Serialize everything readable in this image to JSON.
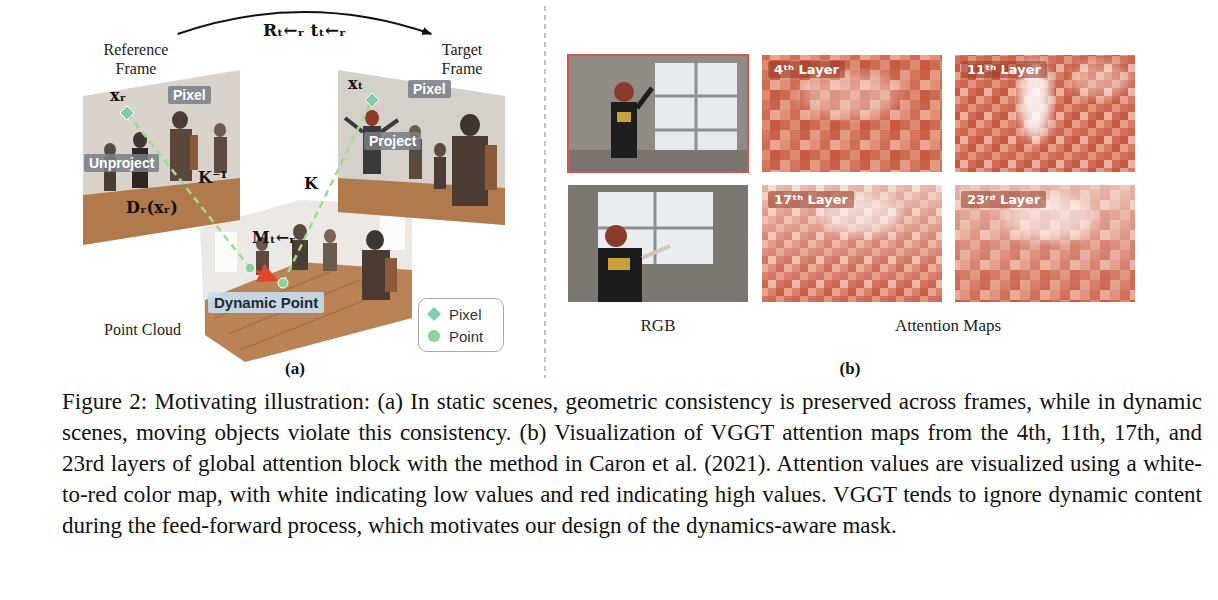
{
  "diagram": {
    "caption": "Figure 2: Motivating illustration: (a) In static scenes, geometric consistency is preserved across frames, while in dynamic scenes, moving objects violate this consistency. (b) Visualization of VGGT attention maps from the 4th, 11th, 17th, and 23rd layers of global attention block with the method in Caron et al. (2021). Attention values are visualized using a white-to-red color map, with white indicating low values and red indicating high values. VGGT tends to ignore dynamic content during the feed-forward process, which motivates our design of the dynamics-aware mask.",
    "nodes": [
      {
        "text": [
          "Reference Frame"
        ]
      },
      {
        "text": [
          "Target Frame"
        ]
      },
      {
        "text": [
          "Point Cloud"
        ]
      },
      {
        "text": [
          "4ᵗʰ Layer"
        ]
      },
      {
        "text": [
          "11ᵗʰ Layer"
        ]
      },
      {
        "text": [
          "17ᵗʰ Layer"
        ]
      },
      {
        "text": [
          "23ʳᵈ Layer"
        ]
      }
    ],
    "edges": [
      {
        "from": 0,
        "to": 1,
        "arrow": "to",
        "label": "Rₜ←ᵣ tₜ←ᵣ"
      }
    ],
    "labels": [
      "xᵣ",
      "Pixel",
      "Unproject",
      "K⁻¹",
      "Dᵣ(xᵣ)",
      "xₜ",
      "Pixel",
      "Project",
      "K",
      "Mₜ←ᵣ",
      "Dynamic Point",
      "(a)",
      "RGB",
      "Attention Maps",
      "(b)"
    ],
    "legend": [
      {
        "text": "Pixel"
      },
      {
        "text": "Point"
      }
    ]
  }
}
